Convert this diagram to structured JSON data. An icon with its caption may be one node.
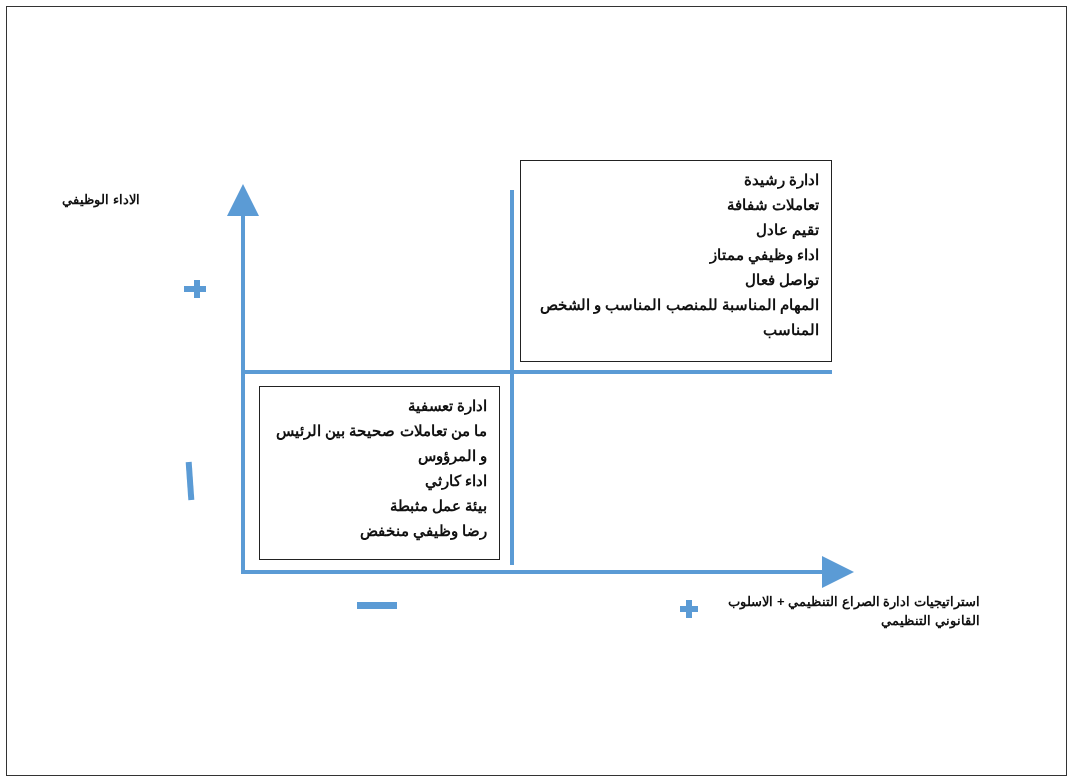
{
  "diagram": {
    "nodes": [
      {
        "text": [
          "ادارة رشيدة",
          "تعاملات شفافة",
          "تقيم عادل",
          "اداء وظيفي ممتاز",
          "تواصل فعال",
          "المهام المناسبة للمنصب المناسب و الشخص المناسب"
        ]
      },
      {
        "text": [
          "ادارة تعسفية",
          "ما من تعاملات صحيحة بين الرئيس و المرؤوس",
          "اداء كارثي",
          "بيئة عمل مثبطة",
          "رضا وظيفي منخفض"
        ]
      }
    ],
    "labels": [
      "الاداء الوظيفي",
      "استراتيجيات ادارة الصراع التنظيمي + الاسلوب القانوني التنظيمي"
    ]
  }
}
